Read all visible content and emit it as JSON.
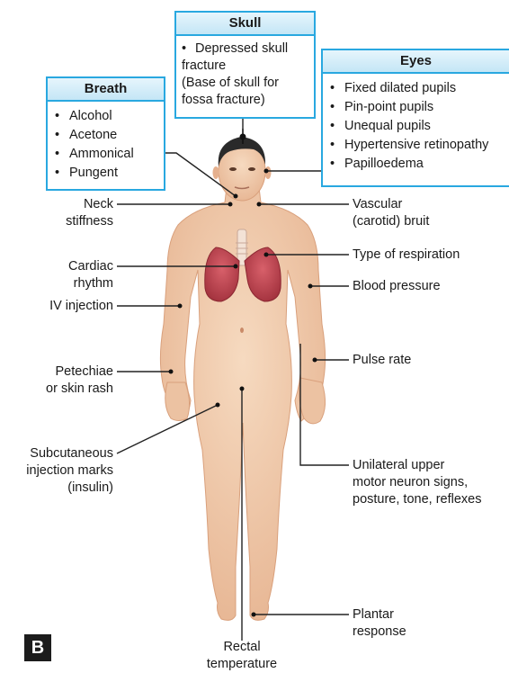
{
  "boxes": {
    "skull": {
      "title": "Skull",
      "line1": "Depressed skull",
      "line2": "fracture",
      "line3": "(Base of skull for",
      "line4": "fossa fracture)"
    },
    "breath": {
      "title": "Breath",
      "items": [
        "Alcohol",
        "Acetone",
        "Ammonical",
        "Pungent"
      ]
    },
    "eyes": {
      "title": "Eyes",
      "items": [
        "Fixed dilated pupils",
        "Pin-point pupils",
        "Unequal pupils",
        "Hypertensive retinopathy",
        "Papilloedema"
      ]
    }
  },
  "labels": {
    "neck_1": "Neck",
    "neck_2": "stiffness",
    "vascular_1": "Vascular",
    "vascular_2": "(carotid) bruit",
    "respiration": "Type of respiration",
    "cardiac_1": "Cardiac",
    "cardiac_2": "rhythm",
    "bp": "Blood pressure",
    "iv": "IV injection",
    "pulse": "Pulse rate",
    "petechiae_1": "Petechiae",
    "petechiae_2": "or skin rash",
    "subcut_1": "Subcutaneous",
    "subcut_2": "injection marks",
    "subcut_3": "(insulin)",
    "umn_1": "Unilateral upper",
    "umn_2": "motor neuron signs,",
    "umn_3": "posture, tone, reflexes",
    "plantar_1": "Plantar",
    "plantar_2": "response",
    "rectal_1": "Rectal",
    "rectal_2": "temperature"
  },
  "panel_letter": "B",
  "colors": {
    "box_border": "#29a8e0",
    "skin": "#f0c9a7",
    "lung": "#b8404c",
    "hair": "#2a2a2a"
  }
}
